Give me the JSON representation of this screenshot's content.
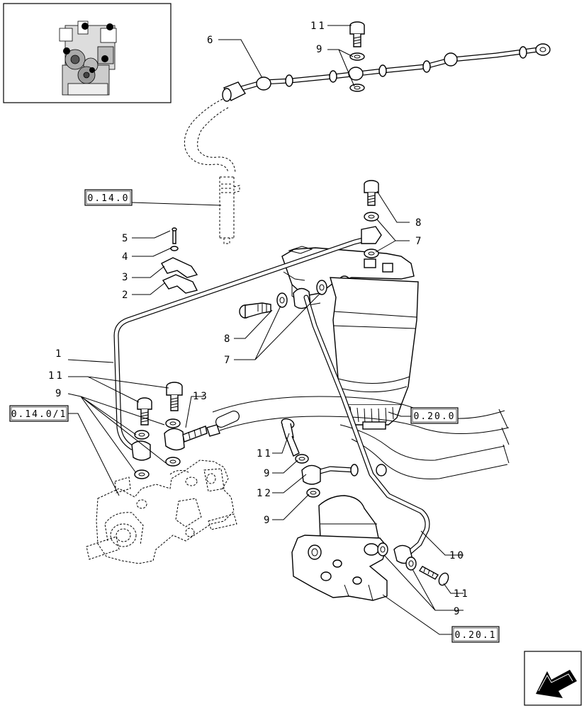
{
  "diagram": {
    "callouts": [
      "1",
      "2",
      "3",
      "4",
      "5",
      "6",
      "7",
      "7",
      "8",
      "8",
      "9",
      "9",
      "9",
      "9",
      "9",
      "10",
      "11",
      "11",
      "11",
      "11",
      "12",
      "13"
    ],
    "refs": [
      "0.14.0",
      "0.14.0/1",
      "0.20.0",
      "0.20.1"
    ],
    "icons": [
      "engine-thumbnail-icon",
      "navigation-arrow-icon"
    ]
  }
}
